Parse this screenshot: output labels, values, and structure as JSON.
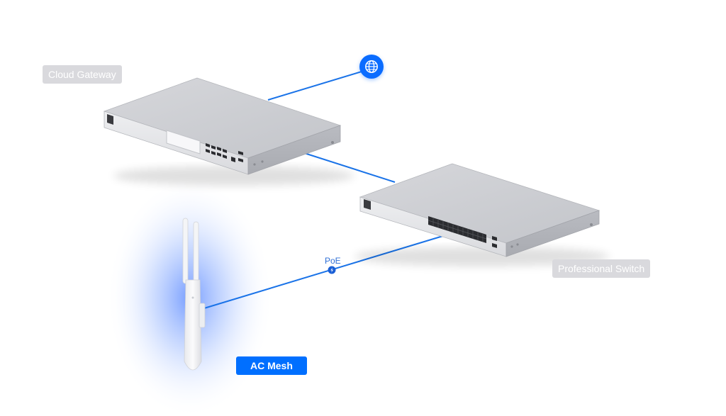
{
  "devices": {
    "gateway": {
      "name": "Cloud Gateway"
    },
    "switch": {
      "name": "Professional Switch"
    },
    "access_point": {
      "name": "AC Mesh"
    }
  },
  "links": [
    {
      "from": "gateway",
      "to": "internet",
      "label": ""
    },
    {
      "from": "gateway",
      "to": "switch",
      "label": ""
    },
    {
      "from": "switch",
      "to": "access_point",
      "label": "PoE"
    }
  ],
  "icons": {
    "internet": "globe-icon",
    "poe": "lightning-icon"
  },
  "colors": {
    "link": "#1a73e8",
    "accent": "#006fff",
    "label_grey": "#d9d9dd",
    "glow": "#5a8cff"
  }
}
